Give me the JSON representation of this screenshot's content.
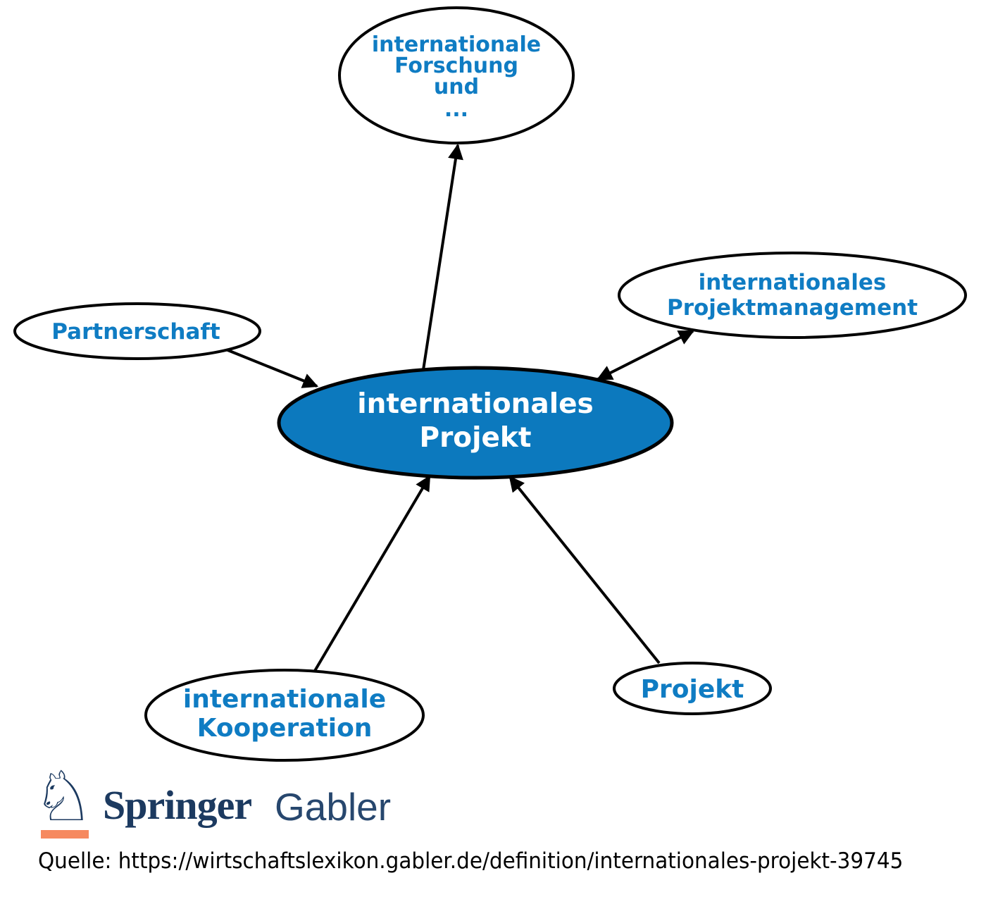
{
  "diagram": {
    "center_node": {
      "lines": [
        "internationales",
        "Projekt"
      ],
      "fill": "#0c79be",
      "text_color": "#ffffff"
    },
    "label_color": "#0f7cc3",
    "nodes": [
      {
        "name": "internationale-forschung",
        "lines": [
          "internationale",
          "Forschung",
          "und",
          "..."
        ]
      },
      {
        "name": "internationales-projektmanagement",
        "lines": [
          "internationales",
          "Projektmanagement"
        ]
      },
      {
        "name": "partnerschaft",
        "lines": [
          "Partnerschaft"
        ]
      },
      {
        "name": "internationale-kooperation",
        "lines": [
          "internationale",
          "Kooperation"
        ]
      },
      {
        "name": "projekt",
        "lines": [
          "Projekt"
        ]
      }
    ],
    "edges": [
      {
        "from": "internationales Projekt",
        "to": "internationale Forschung und ...",
        "arrow": "single"
      },
      {
        "from": "internationales Projekt",
        "to": "internationales Projektmanagement",
        "arrow": "double"
      },
      {
        "from": "Partnerschaft",
        "to": "internationales Projekt",
        "arrow": "single"
      },
      {
        "from": "internationale Kooperation",
        "to": "internationales Projekt",
        "arrow": "single"
      },
      {
        "from": "Projekt",
        "to": "internationales Projekt",
        "arrow": "single"
      }
    ]
  },
  "footer": {
    "logo": {
      "icon_glyph": "♘",
      "brand_primary": "Springer",
      "brand_secondary": "Gabler",
      "navy": "#1c3a60",
      "orange": "#f6895f"
    },
    "source_line": "Quelle: https://wirtschaftslexikon.gabler.de/definition/internationales-projekt-39745"
  }
}
